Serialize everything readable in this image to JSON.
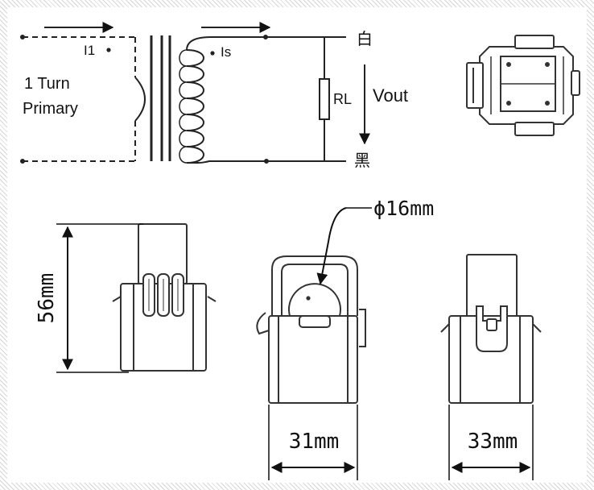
{
  "schematic": {
    "primary_current": "I1",
    "secondary_current": "Is",
    "primary_label_line1": "1 Turn",
    "primary_label_line2": "Primary",
    "load_resistor": "RL",
    "output_label": "Vout",
    "wire_white": "白",
    "wire_black": "黑"
  },
  "dimensions": {
    "hole_diameter": "ϕ16mm",
    "height": "56mm",
    "width_front": "31mm",
    "width_side": "33mm"
  }
}
